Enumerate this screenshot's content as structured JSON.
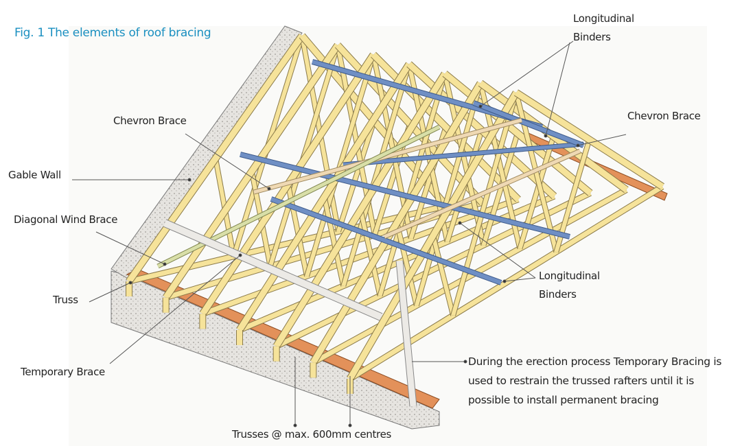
{
  "title": "Fig. 1 The elements of roof bracing",
  "labels": {
    "longitudinal_binders_top": [
      "Longitudinal",
      "Binders"
    ],
    "chevron_brace_left": "Chevron Brace",
    "chevron_brace_right": "Chevron Brace",
    "gable_wall": "Gable Wall",
    "diagonal_wind_brace": "Diagonal Wind Brace",
    "truss": "Truss",
    "temporary_brace": "Temporary Brace",
    "longitudinal_binders_mid": [
      "Longitudinal",
      "Binders"
    ],
    "trusses_spacing": "Trusses @ max. 600mm centres"
  },
  "note": [
    "During the erection process Temporary Bracing is",
    "used to restrain the trussed rafters until it is",
    "possible to install permanent bracing"
  ],
  "colors": {
    "title": "#1a8fc0",
    "timber": "#f6e39a",
    "timber_outline": "#8a7a4a",
    "binder": "#6f8fc4",
    "wall_plate": "#e3915a",
    "wall": "#e4e2df",
    "temp_brace": "#eceae6"
  }
}
